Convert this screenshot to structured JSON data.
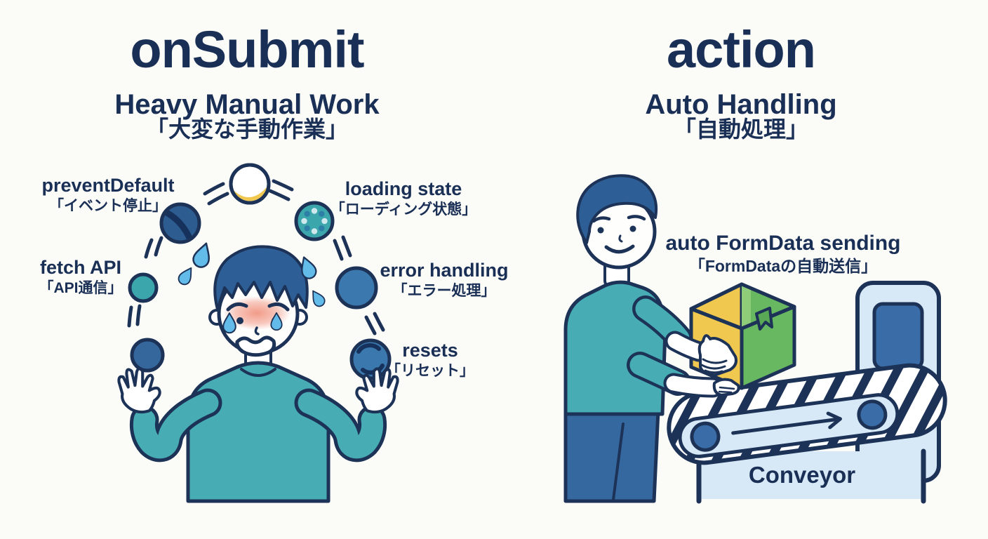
{
  "left": {
    "title": "onSubmit",
    "subtitle": "Heavy Manual Work",
    "subtitle_jp": "「大変な手動作業」",
    "tasks": [
      {
        "label": "preventDefault",
        "jp": "「イベント停止」"
      },
      {
        "label": "loading state",
        "jp": "「ローディング状態」"
      },
      {
        "label": "fetch API",
        "jp": "「API通信」"
      },
      {
        "label": "error handling",
        "jp": "「エラー処理」"
      },
      {
        "label": "resets",
        "jp": "「リセット」"
      }
    ]
  },
  "right": {
    "title": "action",
    "subtitle": "Auto Handling",
    "subtitle_jp": "「自動処理」",
    "feature": {
      "label": "auto FormData sending",
      "jp": "「FormDataの自動送信」"
    },
    "conveyor_label": "Conveyor"
  },
  "colors": {
    "background": "#fbfbf8",
    "navy_text": "#1a2f55",
    "outline": "#1c3257",
    "teal_shirt": "#47acb3",
    "hair_blue": "#2d5f96",
    "ball_teal": "#3ba7ad",
    "ball_steel": "#3a78ad",
    "ball_dark": "#35679c",
    "box_yellow": "#f1c84f",
    "box_green": "#68b761",
    "machine_light_blue": "#d7e9f6",
    "roller_blue": "#3a6da7",
    "sweat_blue": "#62bbe9",
    "blush_red": "#f08a74"
  }
}
